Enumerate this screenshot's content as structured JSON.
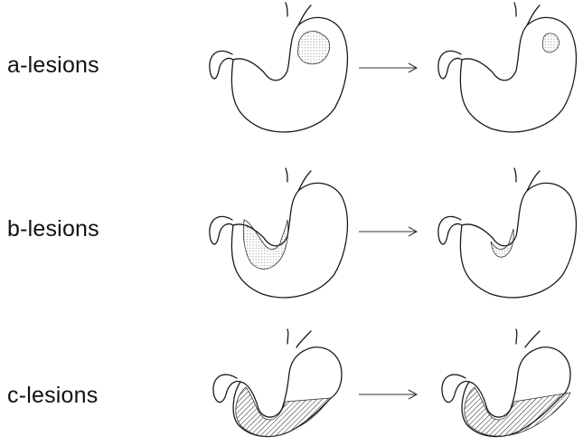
{
  "labels": {
    "a": "a-lesions",
    "b": "b-lesions",
    "c": "c-lesions"
  },
  "colors": {
    "ink": "#1a1a1a",
    "background": "#ffffff"
  }
}
